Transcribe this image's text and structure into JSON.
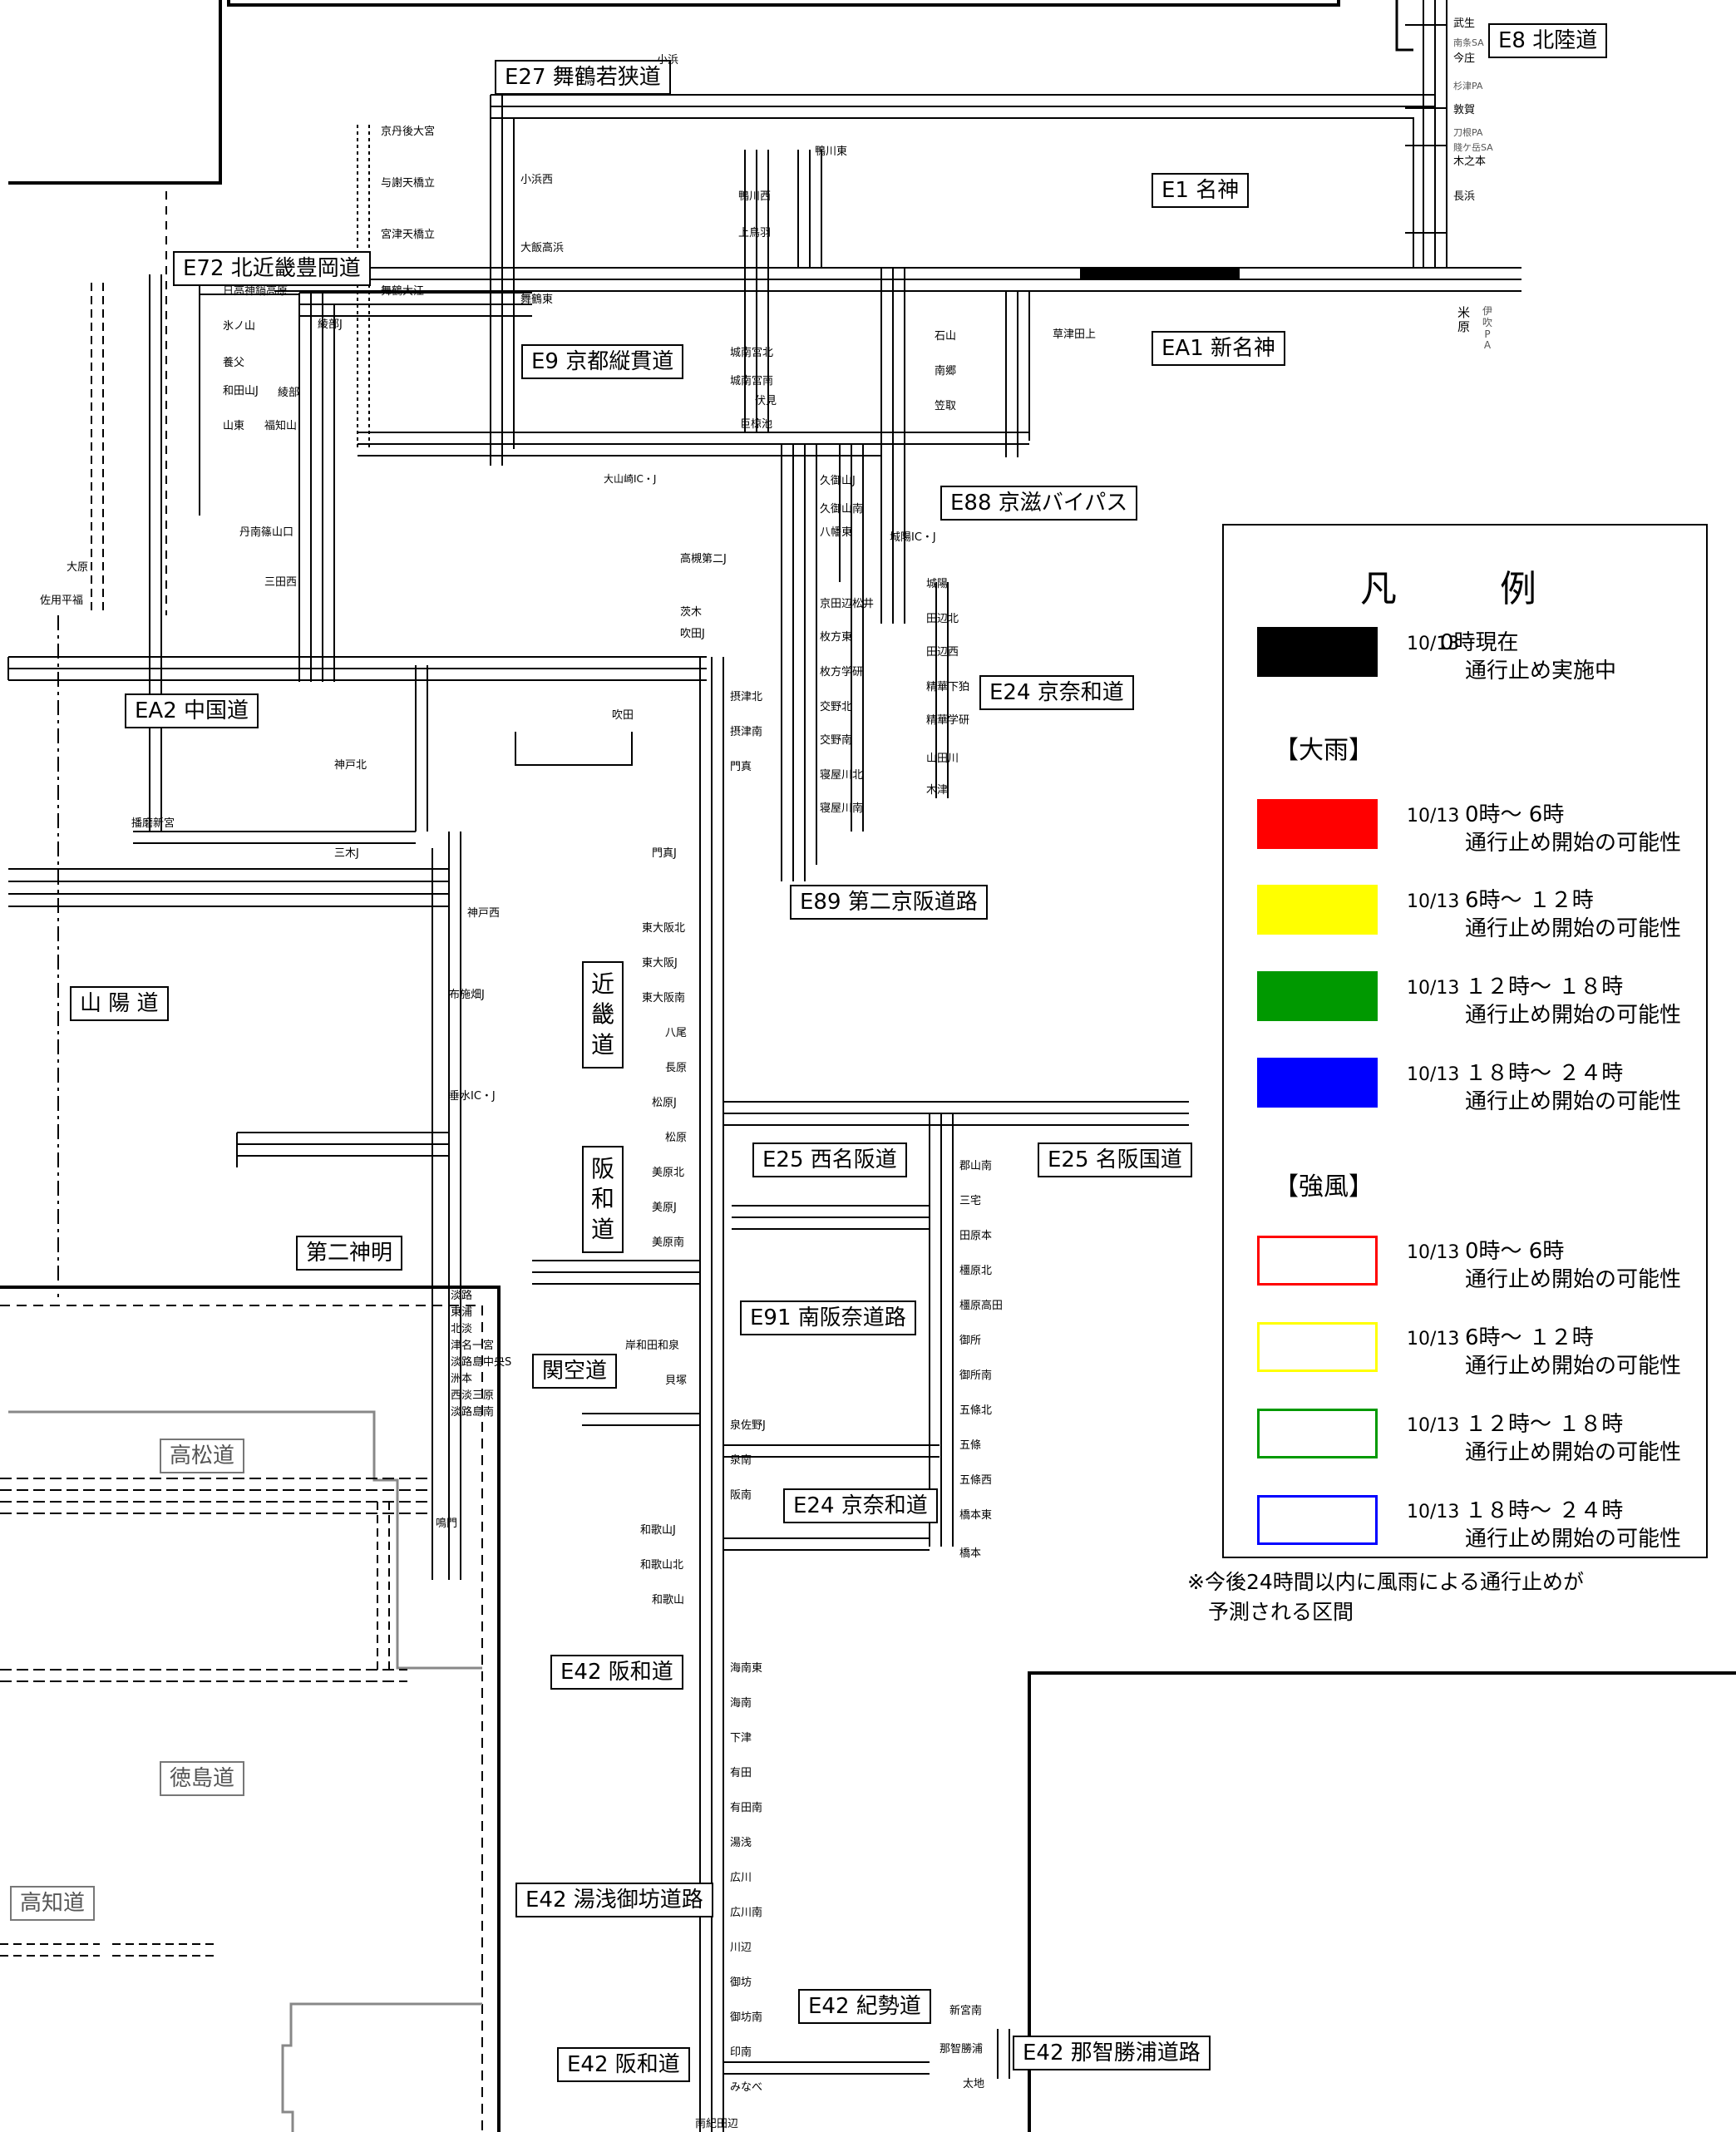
{
  "legend": {
    "title": "凡　例",
    "closed": {
      "date": "10/13",
      "line1": "0時現在",
      "line2": "通行止め実施中",
      "color": "#000000"
    },
    "rain": {
      "heading": "【大雨】",
      "items": [
        {
          "date": "10/13",
          "line1": "0時～ 6時",
          "line2": "通行止め開始の可能性",
          "color": "#ff0000"
        },
        {
          "date": "10/13",
          "line1": "6時～ １２時",
          "line2": "通行止め開始の可能性",
          "color": "#ffff00"
        },
        {
          "date": "10/13",
          "line1": "１２時～ １８時",
          "line2": "通行止め開始の可能性",
          "color": "#009900"
        },
        {
          "date": "10/13",
          "line1": "１８時～ ２４時",
          "line2": "通行止め開始の可能性",
          "color": "#0000ff"
        }
      ]
    },
    "wind": {
      "heading": "【強風】",
      "items": [
        {
          "date": "10/13",
          "line1": "0時～ 6時",
          "line2": "通行止め開始の可能性",
          "color": "#ff0000"
        },
        {
          "date": "10/13",
          "line1": "6時～ １２時",
          "line2": "通行止め開始の可能性",
          "color": "#ffff00"
        },
        {
          "date": "10/13",
          "line1": "１２時～ １８時",
          "line2": "通行止め開始の可能性",
          "color": "#009900"
        },
        {
          "date": "10/13",
          "line1": "１８時～ ２４時",
          "line2": "通行止め開始の可能性",
          "color": "#0000ff"
        }
      ]
    },
    "note": "※今後24時間以内に風雨による通行止めが\n　予測される区間"
  },
  "routes": {
    "e8": "E8 北陸道",
    "e27": "E27 舞鶴若狭道",
    "e1": "E1 名神",
    "ea1": "EA1 新名神",
    "e72": "E72 北近畿豊岡道",
    "e9": "E9 京都縦貫道",
    "e88": "E88 京滋バイパス",
    "e24a": "E24 京奈和道",
    "e24b": "E24 京奈和道",
    "ea2": "EA2 中国道",
    "e89": "E89 第二京阪道路",
    "sanyo": "山 陽 道",
    "kinki": "近畿道",
    "hanwa": "阪和道",
    "e25a": "E25 西名阪道",
    "e25b": "E25 名阪国道",
    "daini_shinmei": "第二神明",
    "e91": "E91 南阪奈道路",
    "kanku": "関空道",
    "takamatsu": "高松道",
    "tokushima": "徳島道",
    "kochi": "高知道",
    "e42a": "E42 阪和道",
    "e42b": "E42 湯浅御坊道路",
    "e42c": "E42 紀勢道",
    "e42d": "E42 阪和道",
    "e42e": "E42 那智勝浦道路"
  },
  "ic": {
    "takefu": "武生",
    "nanjo": "南条SA",
    "imajo": "今庄",
    "sugitsu": "杉津PA",
    "tsuruga": "敦賀",
    "tonenoki": "刀根PA",
    "shizugatake": "賤ケ岳SA",
    "kinomoto": "木之本",
    "nagahama": "長浜",
    "ibuki": "伊吹PA",
    "maibara": "米原",
    "kohama": "小浜",
    "obama_nishi": "小浜西",
    "ooi": "大飯高浜",
    "maizuru_higashi": "舞鶴東",
    "kamogawa_higashi": "鴨川東",
    "kamogawa_nishi": "鴨川西",
    "kamitoba": "上鳥羽",
    "jonan_miyakita": "城南宮北",
    "jonan_miyaminami": "城南宮南",
    "fushimi": "伏見",
    "ogura": "巨椋池",
    "ishiyama": "石山",
    "nango": "南郷",
    "kasatori": "笠取",
    "kusatsu_tagami": "草津田上",
    "kumiyama_j": "久御山J",
    "kumiyama_minami": "久御山南",
    "yawata_higashi": "八幡東",
    "joyo": "城陽IC・J",
    "kyoto_tanabe": "京田辺松井",
    "hirakata_higashi": "枚方東",
    "hirakata_gakken": "枚方学研",
    "katano_kita": "交野北",
    "katano_minami": "交野南",
    "neyagawa_kita": "寝屋川北",
    "neyagawa_minami": "寝屋川南",
    "jouyou2": "城陽",
    "tanabe_kita": "田辺北",
    "tanabe_nishi": "田辺西",
    "seika": "精華下狛",
    "seika_gakken": "精華学研",
    "yamadagawa": "山田川",
    "kizu": "木津",
    "takatsuki": "高槻第二J",
    "ibaraki": "茨木",
    "suita": "吹田J",
    "suita2": "吹田",
    "settsu_kita": "摂津北",
    "settsu_minami": "摂津南",
    "kadoma": "門真",
    "kadoma_j": "門真J",
    "higashi_osaka_kita": "東大阪北",
    "higashi_osaka_j": "東大阪J",
    "higashi_osaka_minami": "東大阪南",
    "yao": "八尾",
    "nagahara": "長原",
    "matsubara_j": "松原J",
    "matsubara": "松原",
    "mihara_kita": "美原北",
    "mihara_j": "美原J",
    "mihara_minami": "美原南",
    "kishiwada": "岸和田和泉",
    "kaizuka": "貝塚",
    "izumisano_j": "泉佐野J",
    "sennan": "泉南",
    "hannan": "阪南",
    "wakayama_j": "和歌山J",
    "wakayama_kita": "和歌山北",
    "wakayama": "和歌山",
    "kainan_higashi": "海南東",
    "kainan": "海南",
    "shimotsu": "下津",
    "arida": "有田",
    "arida_minami": "有田南",
    "yuasa": "湯浅",
    "hirogawa": "広川",
    "hirogawa_minami": "広川南",
    "kawabe": "川辺",
    "gobo": "御坊",
    "gobo_minami": "御坊南",
    "inami": "印南",
    "minabe": "みなべ",
    "minami_kiitanabe": "南紀田辺",
    "shingu_minami": "新宮南",
    "nachi": "那智勝浦",
    "taiji": "太地",
    "koriyama_minami": "郡山南",
    "miyake": "三宅",
    "tawaramoto": "田原本",
    "kashihara_kita": "橿原北",
    "kashihara_takada": "橿原高田",
    "gose": "御所",
    "gose_minami": "御所南",
    "gojo_kita": "五條北",
    "gojo": "五條",
    "gojo_nishi": "五條西",
    "hashimoto_higashi": "橋本東",
    "hashimoto": "橋本",
    "kobe_nishi": "神戸西",
    "fuseyama": "布施畑J",
    "tarumi": "垂水IC・J",
    "hyogo_kita": "日高神鍋高原",
    "hikami": "氷ノ山",
    "youka": "養父",
    "wadayama": "和田山J",
    "yamahigashi": "山東",
    "fukuchiyama": "福知山",
    "ayabe_j": "綾部J",
    "ayabe": "綾部",
    "tamba_sasayama": "丹南篠山口",
    "sanda_nishi": "三田西",
    "kobe_kita": "神戸北",
    "sanki": "三木J",
    "harima": "播磨新宮",
    "ooyamazaki": "大山崎IC・J",
    "awaji": "淡路",
    "higashiura": "東浦",
    "hokudan": "北淡",
    "tsuna": "津名一宮",
    "awaji_sa": "淡路島中央S",
    "sumoto": "洲本",
    "nishi_awaji": "西淡三原",
    "awaji_minami": "淡路島南",
    "naruto": "鳴門",
    "ichinomiya": "京丹後大宮",
    "yosano": "与謝天橋立",
    "miyazu": "宮津天橋立",
    "maizuru_oe": "舞鶴大江",
    "takaosaka": "大原",
    "sayo": "佐用平福"
  }
}
